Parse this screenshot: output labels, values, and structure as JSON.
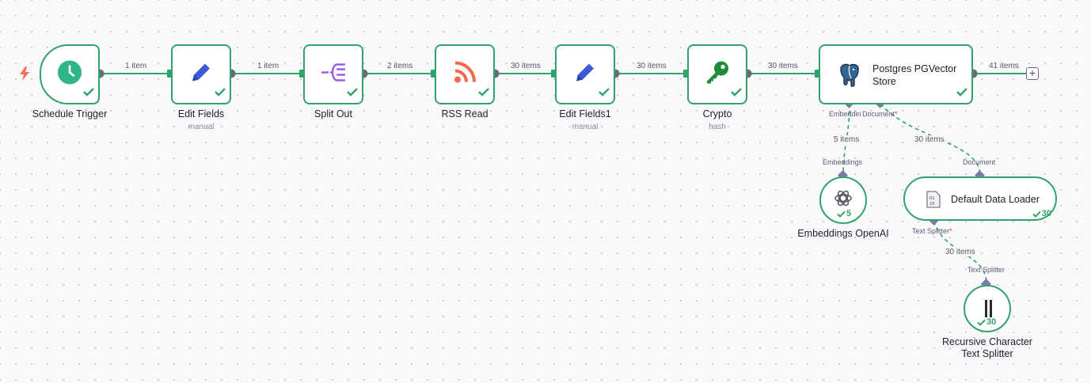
{
  "nodes": {
    "schedule_trigger": {
      "label": "Schedule Trigger"
    },
    "edit_fields": {
      "label": "Edit Fields",
      "sub": "manual"
    },
    "split_out": {
      "label": "Split Out"
    },
    "rss_read": {
      "label": "RSS Read"
    },
    "edit_fields1": {
      "label": "Edit Fields1",
      "sub": "manual"
    },
    "crypto": {
      "label": "Crypto",
      "sub": "hash"
    },
    "pgvector": {
      "label_line1": "Postgres PGVector",
      "label_line2": "Store"
    },
    "embeddings_openai": {
      "label": "Embeddings OpenAI",
      "count": "5"
    },
    "default_data_loader": {
      "label": "Default Data Loader",
      "count": "30"
    },
    "recursive_splitter": {
      "label_line1": "Recursive Character",
      "label_line2": "Text Splitter",
      "count": "30"
    }
  },
  "edges": {
    "e1": "1 item",
    "e2": "1 item",
    "e3": "2 items",
    "e4": "30 items",
    "e5": "30 items",
    "e6": "30 items",
    "e7": "41 items",
    "embeddings": "5 items",
    "document": "30 items",
    "text_splitter": "30 items"
  },
  "ports": {
    "pg_embedding": "Embeddin",
    "pg_document": "Document",
    "emb_out": "Embeddings",
    "loader_in": "Document",
    "loader_splitter": "Text Splitter",
    "splitter_out": "Text Splitter",
    "required_mark": "*"
  },
  "colors": {
    "success": "#2fa36b",
    "connector": "#7b7aa6",
    "trigger_bolt": "#ff6d5a",
    "pencil": "#3b5bdb",
    "split": "#9b5de5",
    "rss": "#f4694a",
    "key": "#1e8c3a"
  }
}
